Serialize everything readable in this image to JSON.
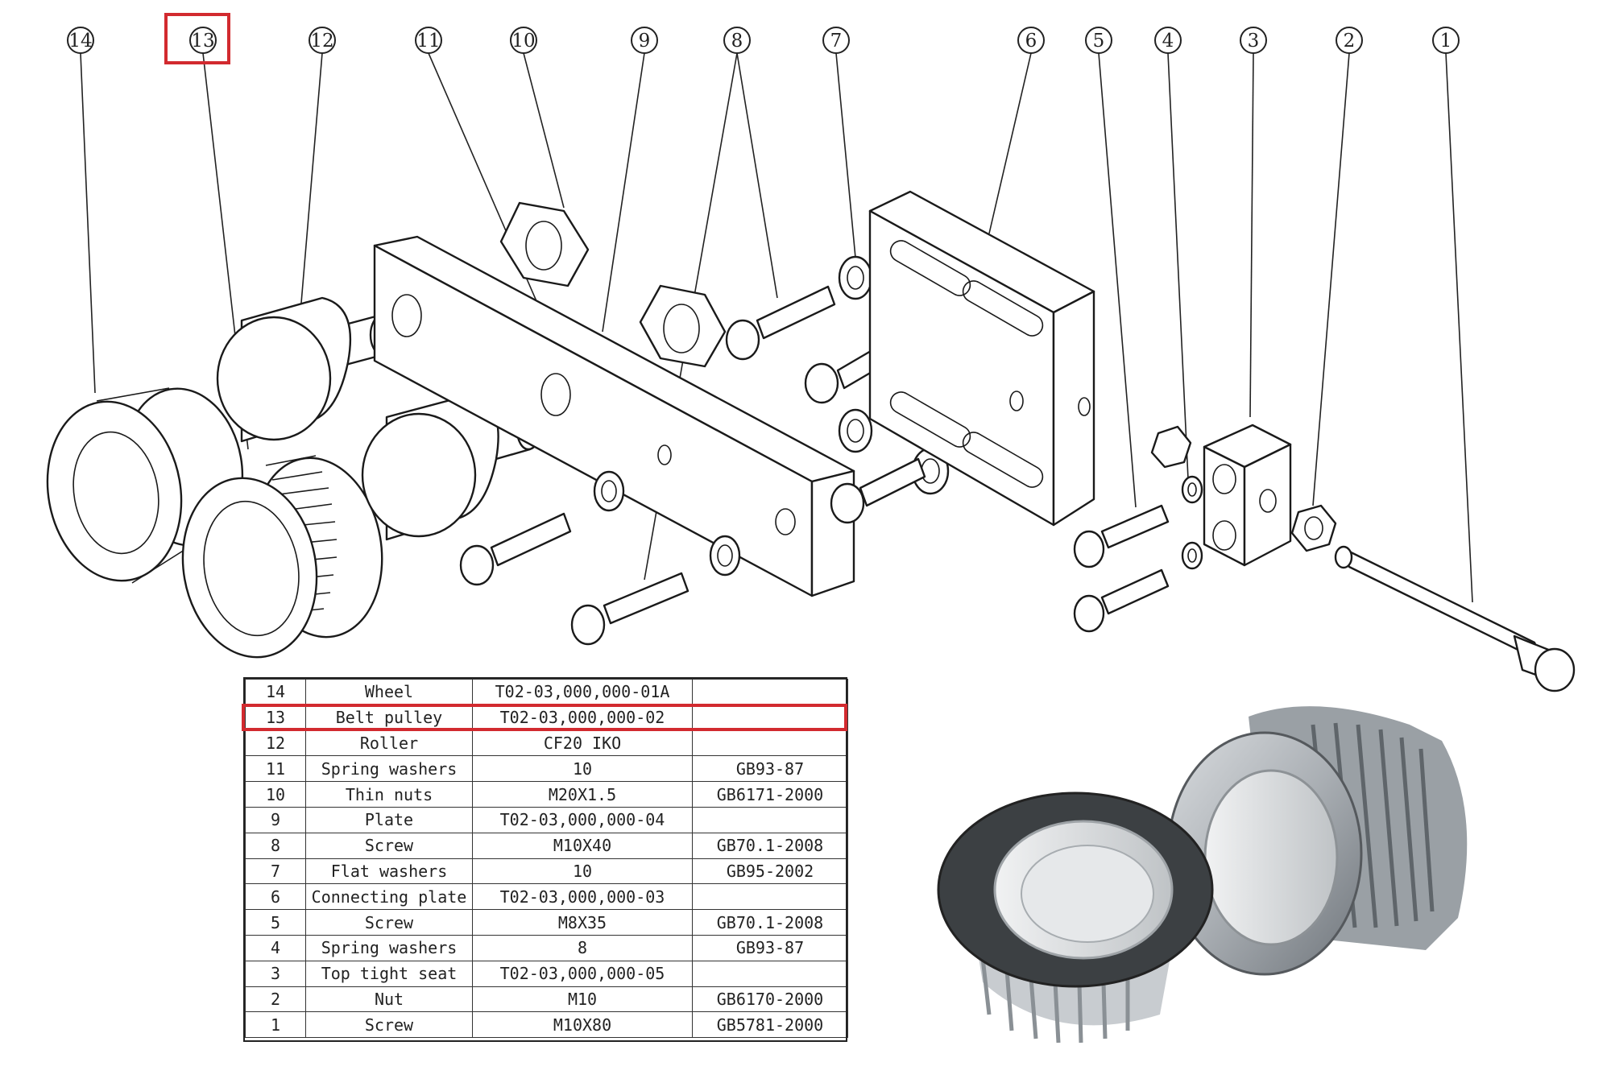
{
  "callouts": [
    "14",
    "13",
    "12",
    "11",
    "10",
    "9",
    "8",
    "7",
    "6",
    "5",
    "4",
    "3",
    "2",
    "1"
  ],
  "highlighted_callout": "13",
  "highlight_color": "#d22a2f",
  "bom_rows": [
    {
      "no": "14",
      "name": "Wheel",
      "spec": "T02-03,000,000-01A",
      "std": ""
    },
    {
      "no": "13",
      "name": "Belt pulley",
      "spec": "T02-03,000,000-02",
      "std": ""
    },
    {
      "no": "12",
      "name": "Roller",
      "spec": "CF20  IKO",
      "std": ""
    },
    {
      "no": "11",
      "name": "Spring washers",
      "spec": "10",
      "std": "GB93-87"
    },
    {
      "no": "10",
      "name": "Thin nuts",
      "spec": "M20X1.5",
      "std": "GB6171-2000"
    },
    {
      "no": "9",
      "name": "Plate",
      "spec": "T02-03,000,000-04",
      "std": ""
    },
    {
      "no": "8",
      "name": "Screw",
      "spec": "M10X40",
      "std": "GB70.1-2008"
    },
    {
      "no": "7",
      "name": "Flat washers",
      "spec": "10",
      "std": "GB95-2002"
    },
    {
      "no": "6",
      "name": "Connecting plate",
      "spec": "T02-03,000,000-03",
      "std": ""
    },
    {
      "no": "5",
      "name": "Screw",
      "spec": "M8X35",
      "std": "GB70.1-2008"
    },
    {
      "no": "4",
      "name": "Spring washers",
      "spec": "8",
      "std": "GB93-87"
    },
    {
      "no": "3",
      "name": "Top tight seat",
      "spec": "T02-03,000,000-05",
      "std": ""
    },
    {
      "no": "2",
      "name": "Nut",
      "spec": "M10",
      "std": "GB6170-2000"
    },
    {
      "no": "1",
      "name": "Screw",
      "spec": "M10X80",
      "std": "GB5781-2000"
    }
  ],
  "highlighted_row": "13"
}
